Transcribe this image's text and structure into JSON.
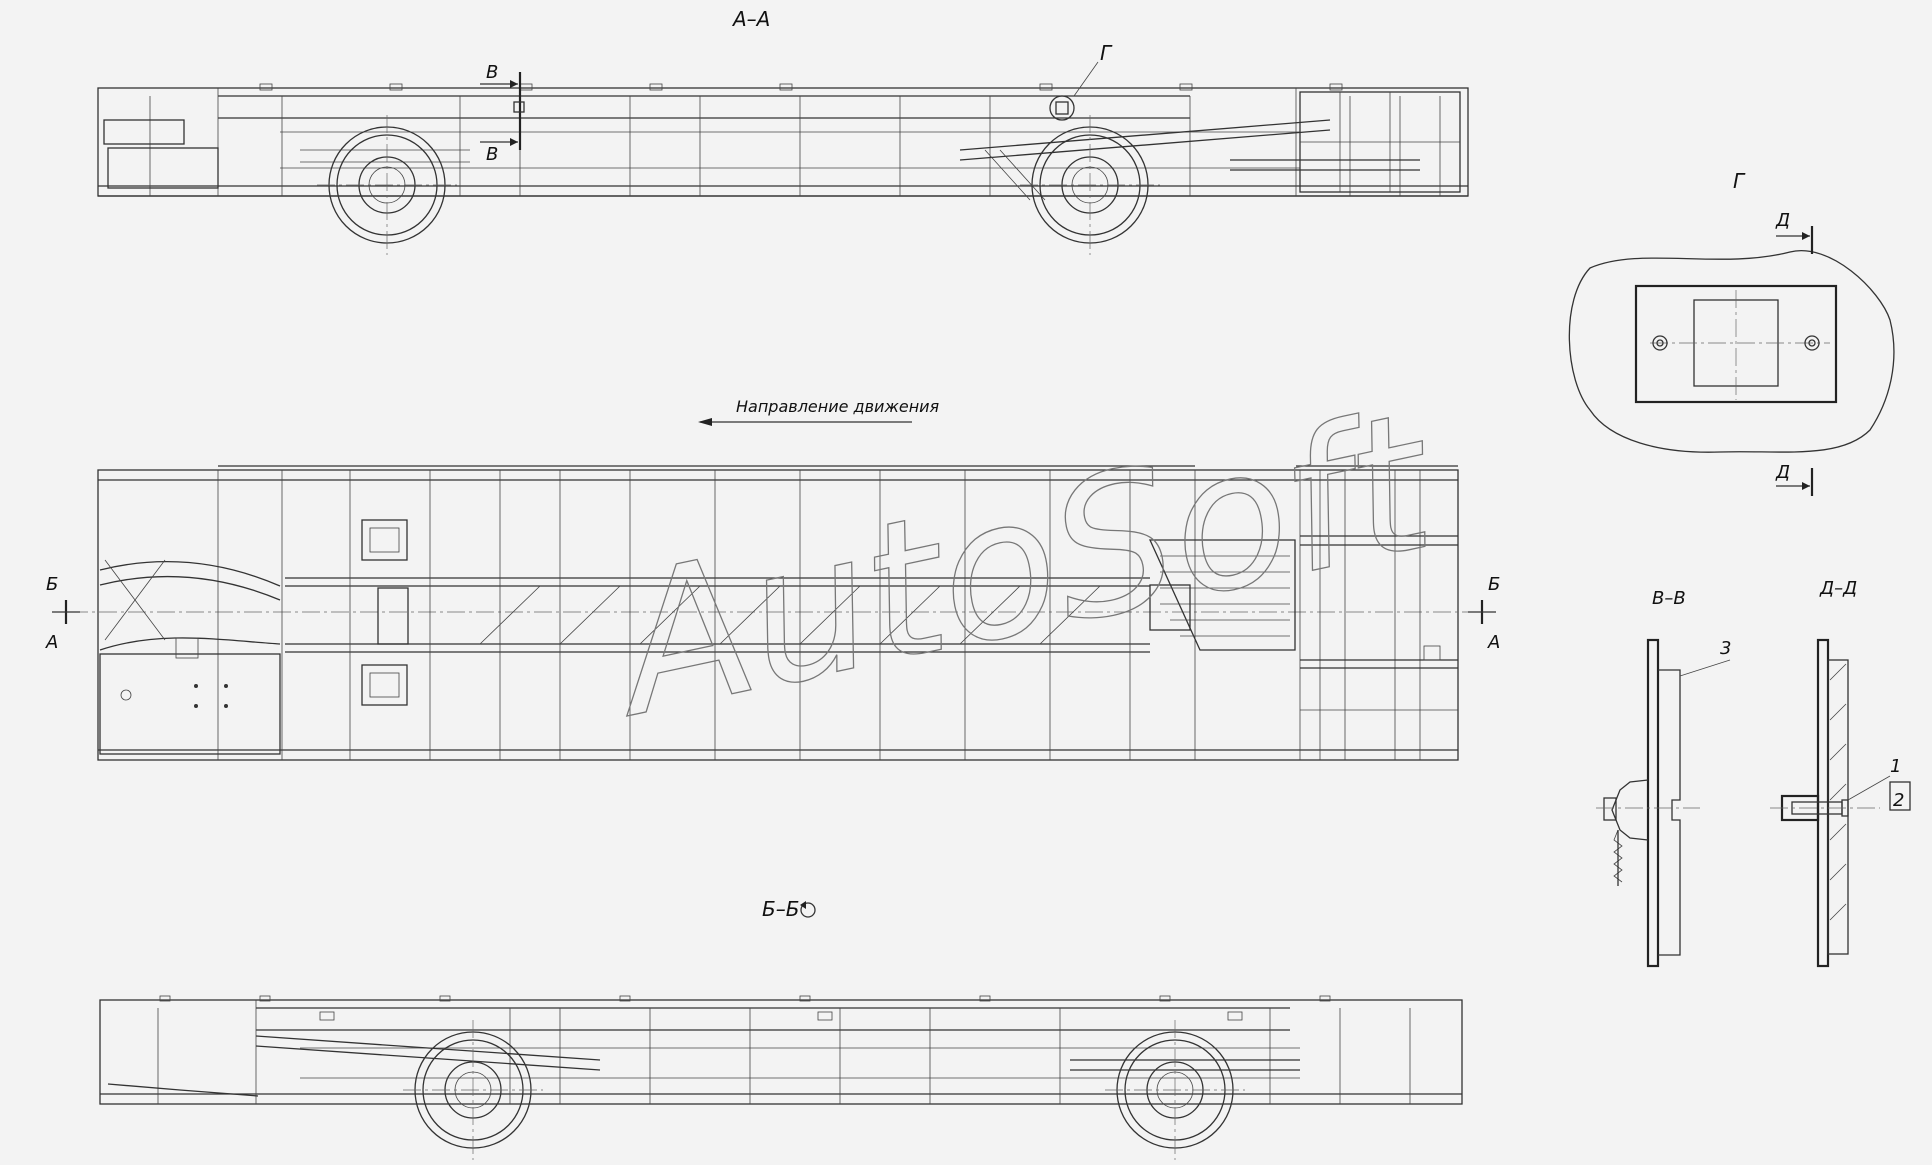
{
  "section_labels": {
    "aa": "А–А",
    "gg": "Г",
    "gg_view": "Г",
    "vv": "В–В",
    "dd": "Д–Д",
    "bb": "Б–Б"
  },
  "cut_marks": {
    "v_top": "В",
    "v_bottom": "В",
    "d_top": "Д",
    "d_bottom": "Д",
    "b_left": "Б",
    "a_left": "А",
    "b_right": "Б",
    "a_right": "А"
  },
  "direction_label": "Направление движения",
  "callouts": {
    "item_1": "1",
    "item_2": "2",
    "item_3": "3"
  },
  "watermark": "AutoSoft"
}
